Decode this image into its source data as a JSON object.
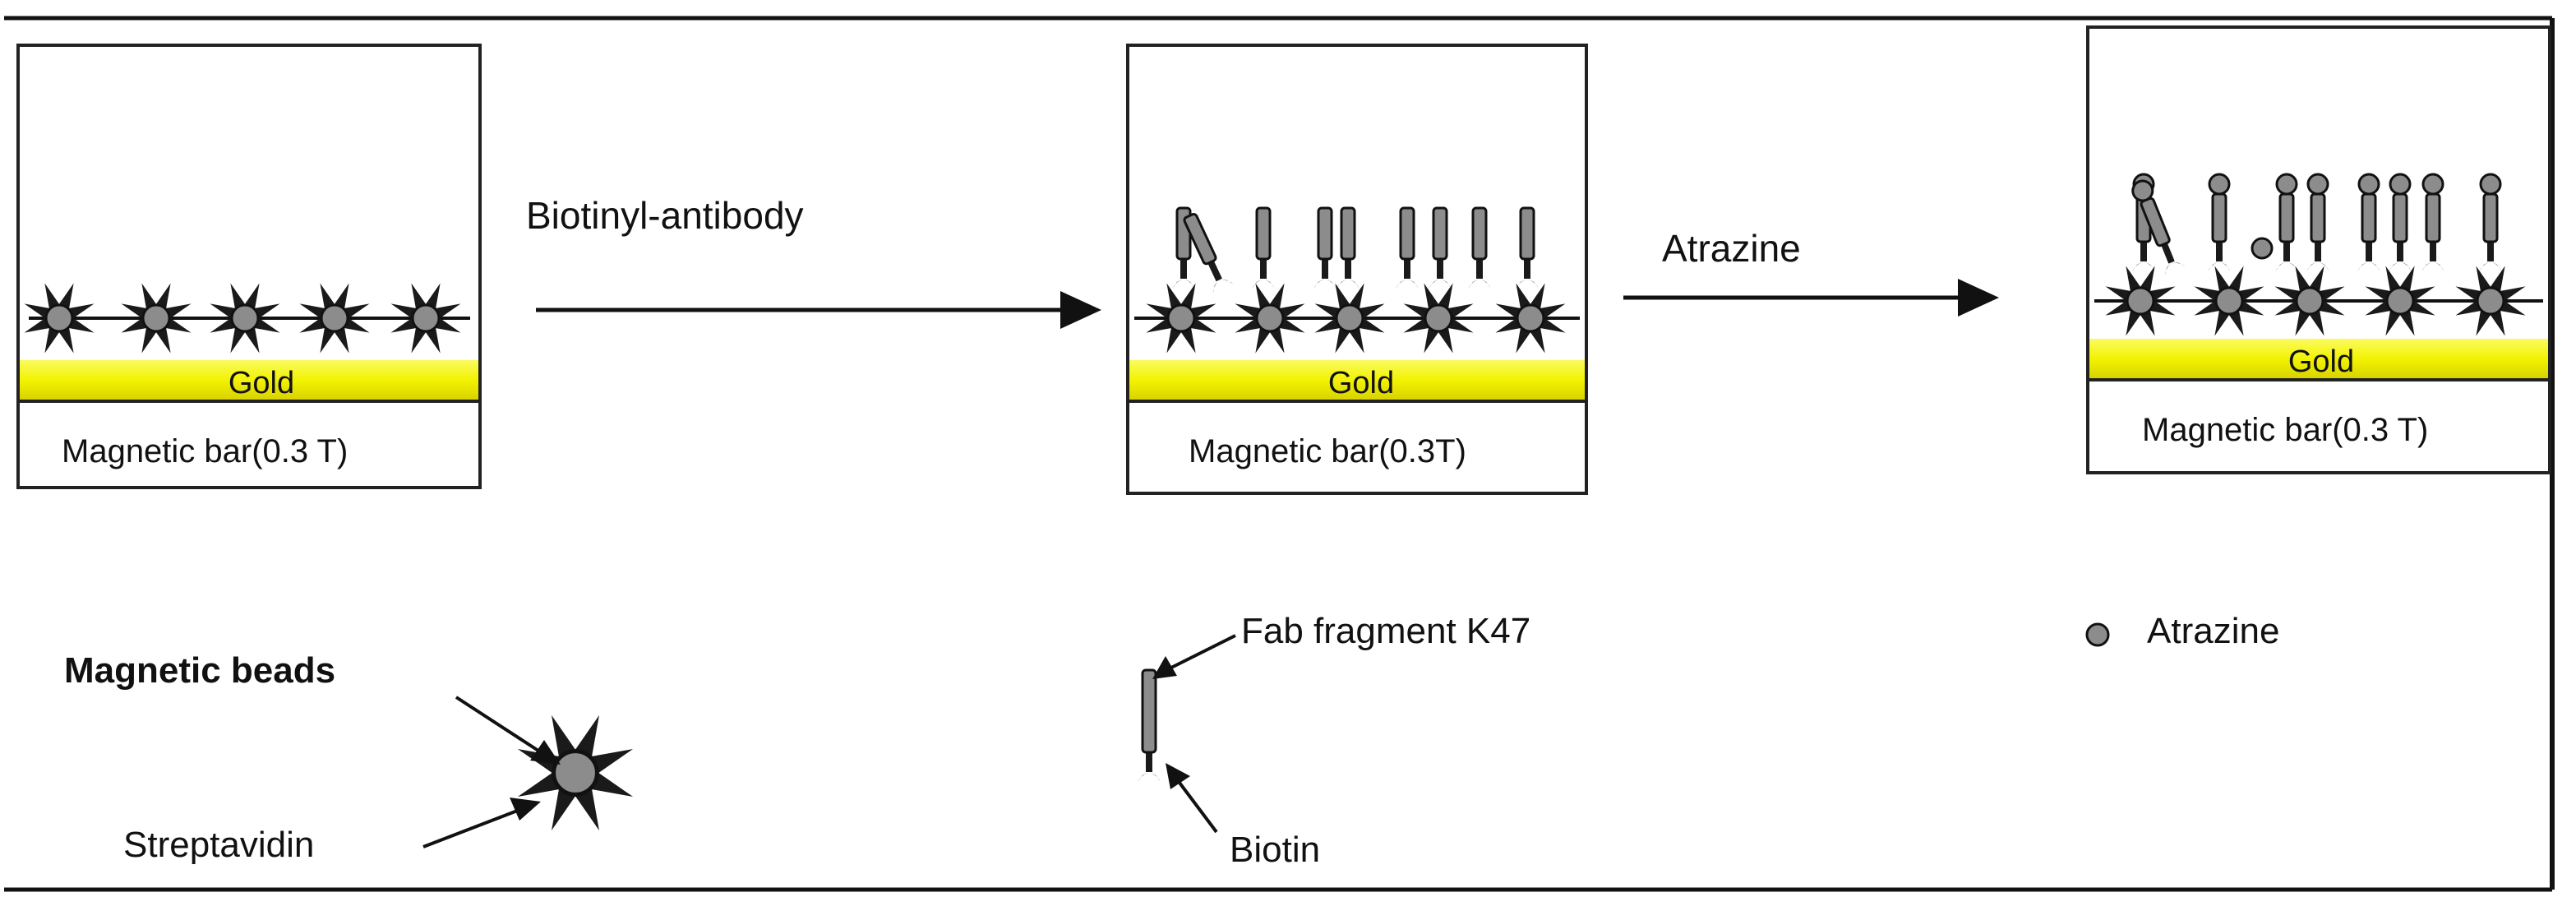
{
  "panels": [
    {
      "substrate_label": "Gold",
      "bar_label": "Magnetic bar(0.3 T)"
    },
    {
      "substrate_label": "Gold",
      "bar_label": "Magnetic bar(0.3T)"
    },
    {
      "substrate_label": "Gold",
      "bar_label": "Magnetic bar(0.3 T)"
    }
  ],
  "steps": [
    {
      "label": "Biotinyl-antibody"
    },
    {
      "label": "Atrazine"
    }
  ],
  "legend": {
    "magnetic_beads": "Magnetic beads",
    "streptavidin": "Streptavidin",
    "fab_fragment": "Fab fragment K47",
    "biotin": "Biotin",
    "atrazine": "Atrazine"
  },
  "colors": {
    "gold_layer": "#f2f200",
    "bead_fill": "#8c8c8c",
    "line": "#111111"
  }
}
